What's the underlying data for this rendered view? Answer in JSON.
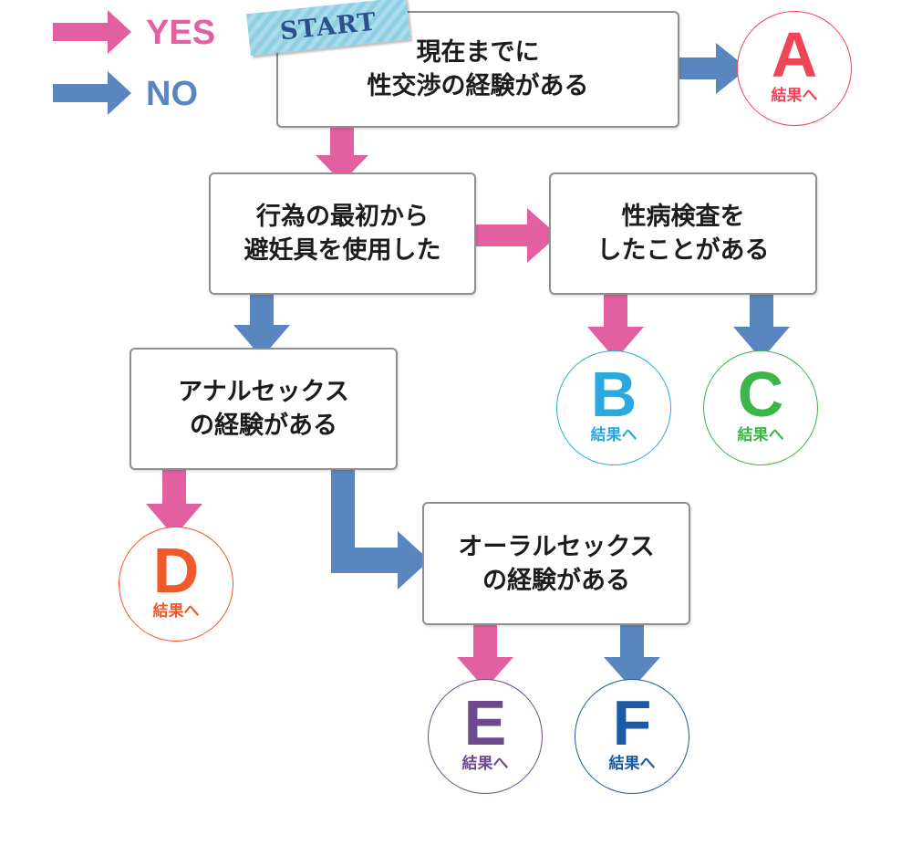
{
  "legend": {
    "yes_label": "YES",
    "no_label": "NO",
    "yes_color": "#e2609f",
    "no_color": "#5a86c0"
  },
  "start_label": "START",
  "nodes": {
    "q1": {
      "line1": "現在までに",
      "line2": "性交渉の経験がある"
    },
    "q2": {
      "line1": "行為の最初から",
      "line2": "避妊具を使用した"
    },
    "q3": {
      "line1": "性病検査を",
      "line2": "したことがある"
    },
    "q4": {
      "line1": "アナルセックス",
      "line2": "の経験がある"
    },
    "q5": {
      "line1": "オーラルセックス",
      "line2": "の経験がある"
    }
  },
  "results": {
    "a": {
      "letter": "A",
      "caption": "結果へ",
      "color": "#ef4556"
    },
    "b": {
      "letter": "B",
      "caption": "結果へ",
      "color": "#2aa9e0"
    },
    "c": {
      "letter": "C",
      "caption": "結果へ",
      "color": "#3cb54a"
    },
    "d": {
      "letter": "D",
      "caption": "結果へ",
      "color": "#f05a2a"
    },
    "e": {
      "letter": "E",
      "caption": "結果へ",
      "color": "#6d4a8e"
    },
    "f": {
      "letter": "F",
      "caption": "結果へ",
      "color": "#1b5aa5"
    }
  }
}
